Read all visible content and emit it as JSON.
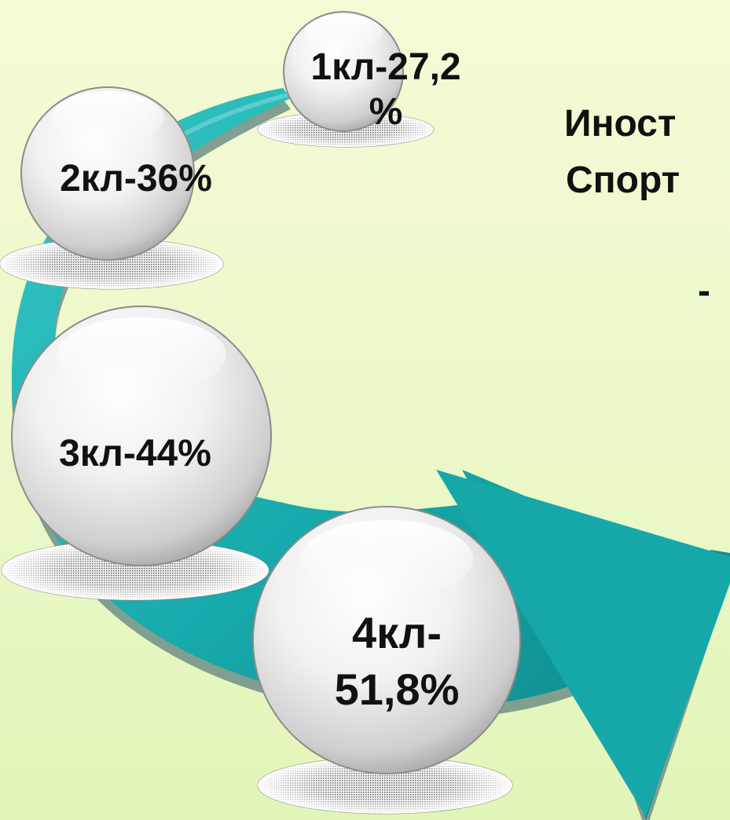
{
  "bubbles": [
    {
      "label_lines": [
        "1кл-27,2",
        "%"
      ]
    },
    {
      "label_lines": [
        "2кл-36%"
      ]
    },
    {
      "label_lines": [
        "3кл-44%"
      ]
    },
    {
      "label_lines": [
        "4кл-",
        "51,8%"
      ]
    }
  ],
  "side_text": [
    "Иност",
    "Спорт",
    "-"
  ],
  "colors": {
    "background": "#eef8cc",
    "arrow": "#17a9ab",
    "arrow_dark": "#0f8a8c",
    "arrow_shadow": "#6f8f86",
    "sphere": "#eeeeee",
    "text": "#111111"
  },
  "icons": [
    "curved-arrow-icon",
    "sphere-icon",
    "shadow-ellipse-icon"
  ]
}
